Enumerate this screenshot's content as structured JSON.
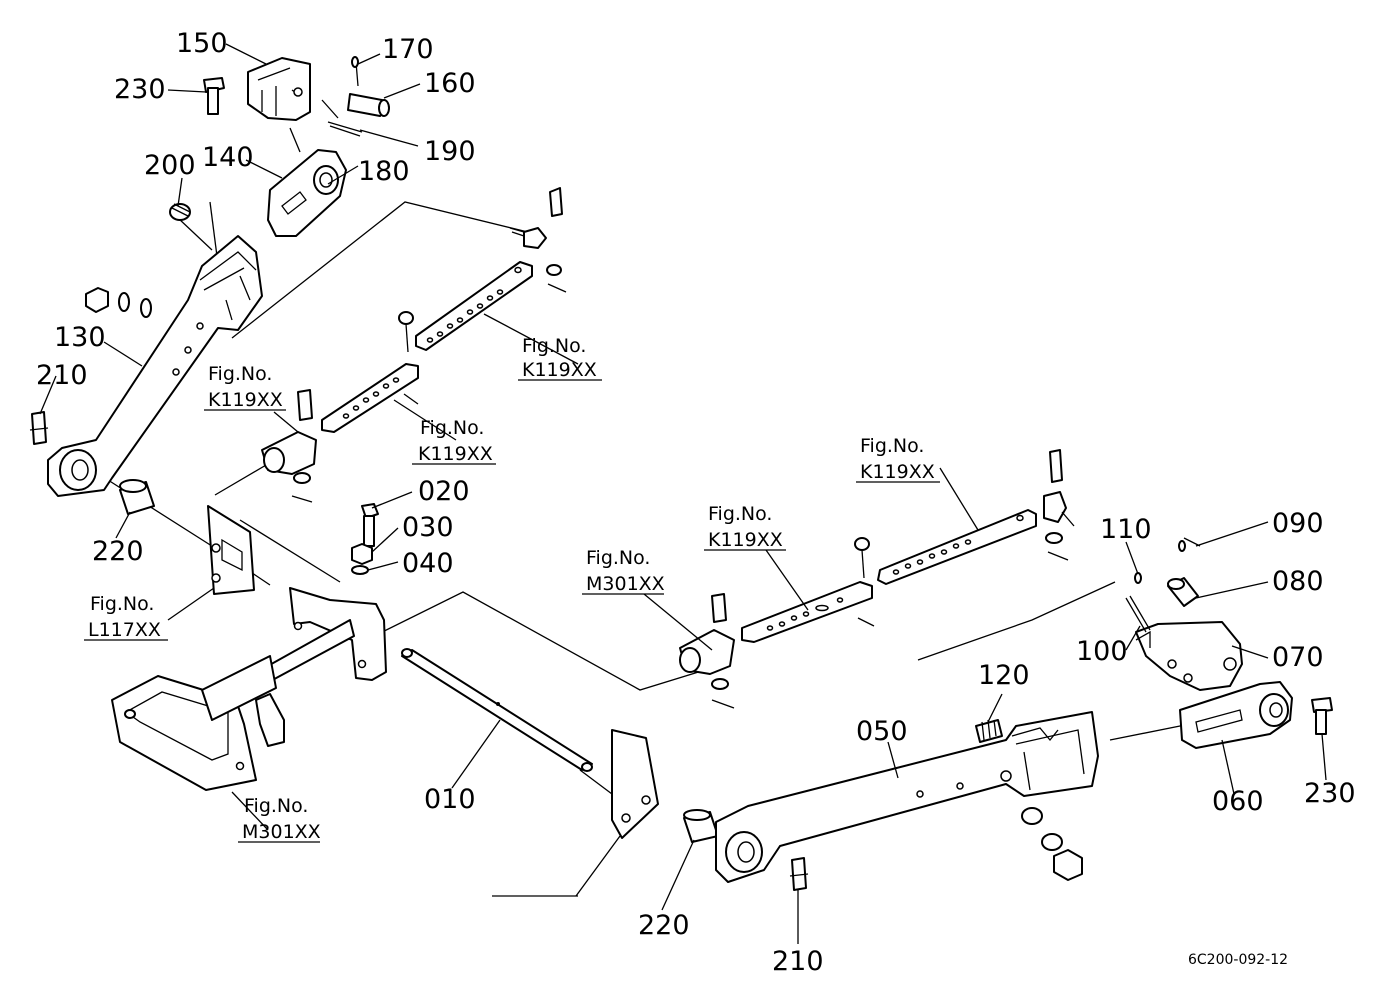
{
  "callouts": {
    "p150": "150",
    "p170": "170",
    "p230a": "230",
    "p160": "160",
    "p190": "190",
    "p200": "200",
    "p140": "140",
    "p180": "180",
    "p130": "130",
    "p210a": "210",
    "p220a": "220",
    "p020": "020",
    "p030": "030",
    "p040": "040",
    "p010": "010",
    "p220b": "220",
    "p050": "050",
    "p120": "120",
    "p110": "110",
    "p090": "090",
    "p080": "080",
    "p100": "100",
    "p070": "070",
    "p060": "060",
    "p230b": "230",
    "p210b": "210"
  },
  "figrefs": [
    {
      "title": "Fig.No.",
      "code": "K119XX"
    },
    {
      "title": "Fig.No.",
      "code": "K119XX"
    },
    {
      "title": "Fig.No.",
      "code": "K119XX"
    },
    {
      "title": "Fig.No.",
      "code": "K119XX"
    },
    {
      "title": "Fig.No.",
      "code": "K119XX"
    },
    {
      "title": "Fig.No.",
      "code": "M301XX"
    },
    {
      "title": "Fig.No.",
      "code": "L117XX"
    },
    {
      "title": "Fig.No.",
      "code": "M301XX"
    }
  ],
  "drawing_code": "6C200-092-12"
}
